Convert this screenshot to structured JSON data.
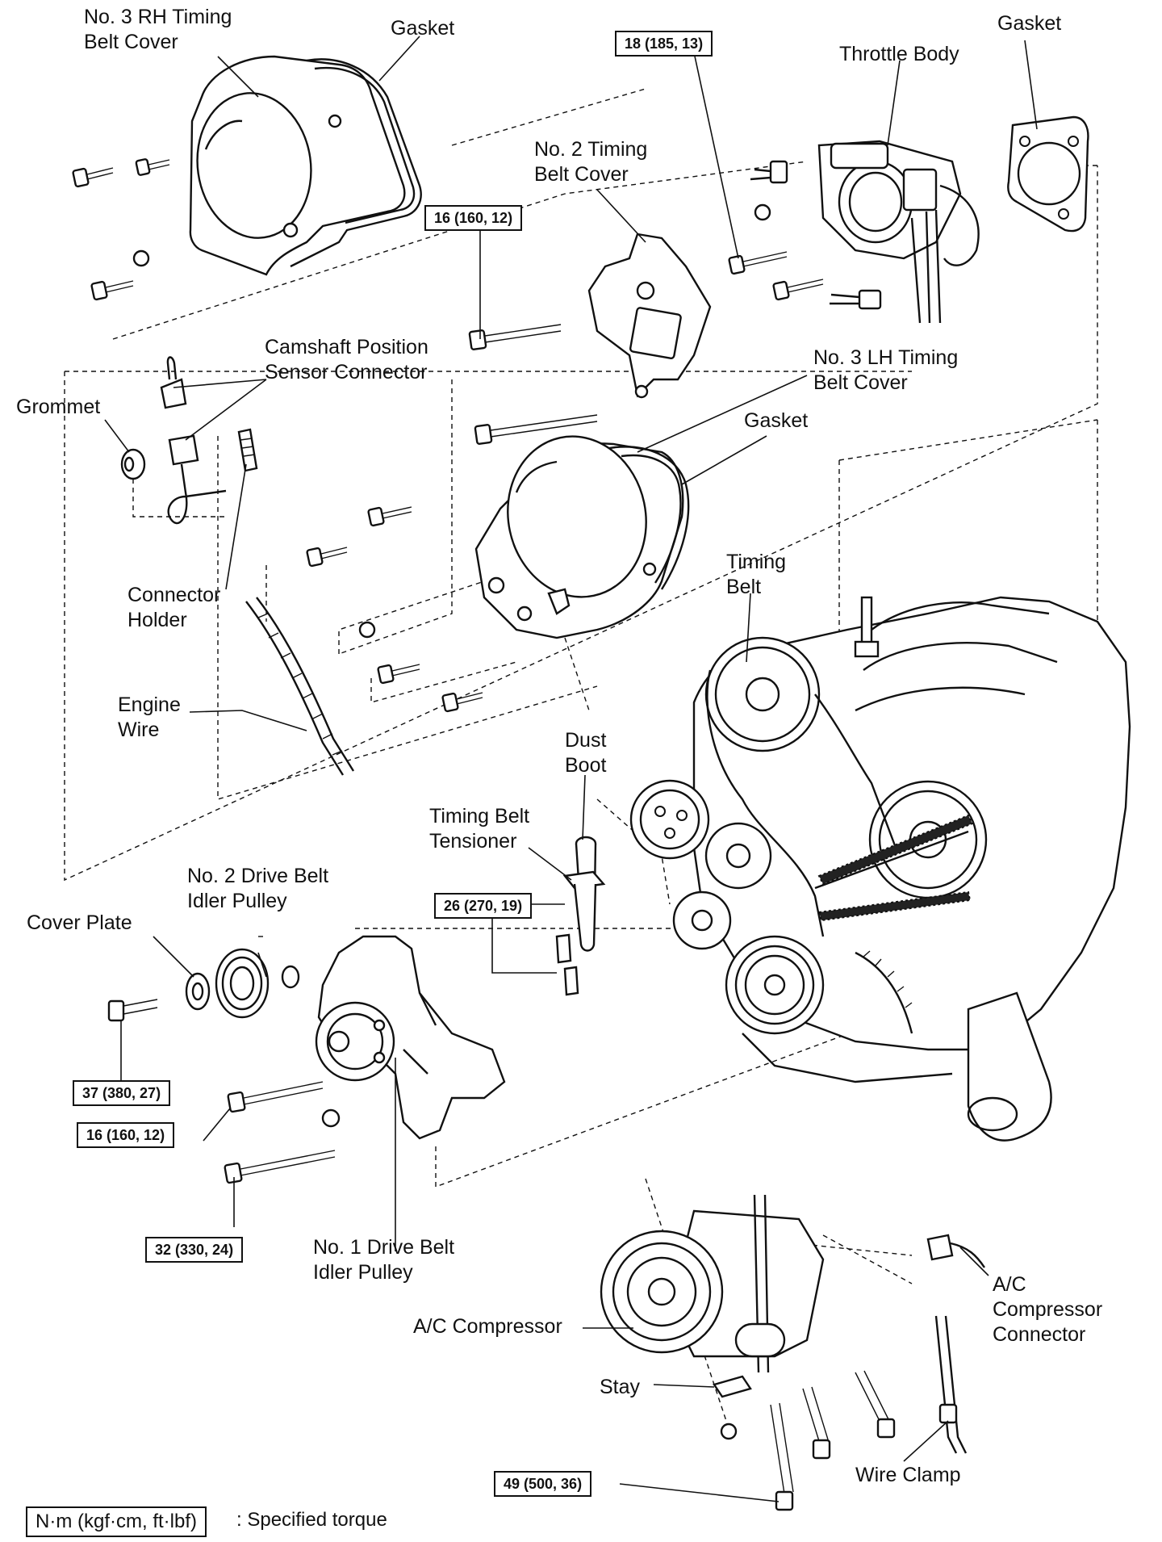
{
  "labels": {
    "rh_cover": "No. 3 RH Timing\nBelt Cover",
    "gasket_top_left": "Gasket",
    "gasket_top_right": "Gasket",
    "throttle_body": "Throttle Body",
    "no2_cover": "No. 2 Timing\nBelt Cover",
    "cam_sensor_connector": "Camshaft Position\nSensor Connector",
    "grommet": "Grommet",
    "lh_cover": "No. 3 LH Timing\nBelt Cover",
    "gasket_mid": "Gasket",
    "connector_holder": "Connector\nHolder",
    "timing_belt": "Timing\nBelt",
    "engine_wire": "Engine\nWire",
    "dust_boot": "Dust\nBoot",
    "tensioner": "Timing Belt\nTensioner",
    "no2_idler": "No. 2 Drive Belt\nIdler Pulley",
    "cover_plate": "Cover Plate",
    "no1_idler": "No. 1 Drive Belt\nIdler Pulley",
    "ac_compressor": "A/C Compressor",
    "ac_connector": "A/C\nCompressor\nConnector",
    "stay": "Stay",
    "wire_clamp": "Wire Clamp"
  },
  "torques": {
    "t_throttle": "18 (185, 13)",
    "t_no2cover": "16 (160, 12)",
    "t_tensioner": "26 (270, 19)",
    "t_coverplate": "37 (380, 27)",
    "t_bracket_a": "16 (160, 12)",
    "t_bracket_b": "32 (330, 24)",
    "t_compressor": "49 (500, 36)"
  },
  "legend": {
    "unit": "N·m (kgf·cm, ft·lbf)",
    "text": ": Specified torque"
  }
}
